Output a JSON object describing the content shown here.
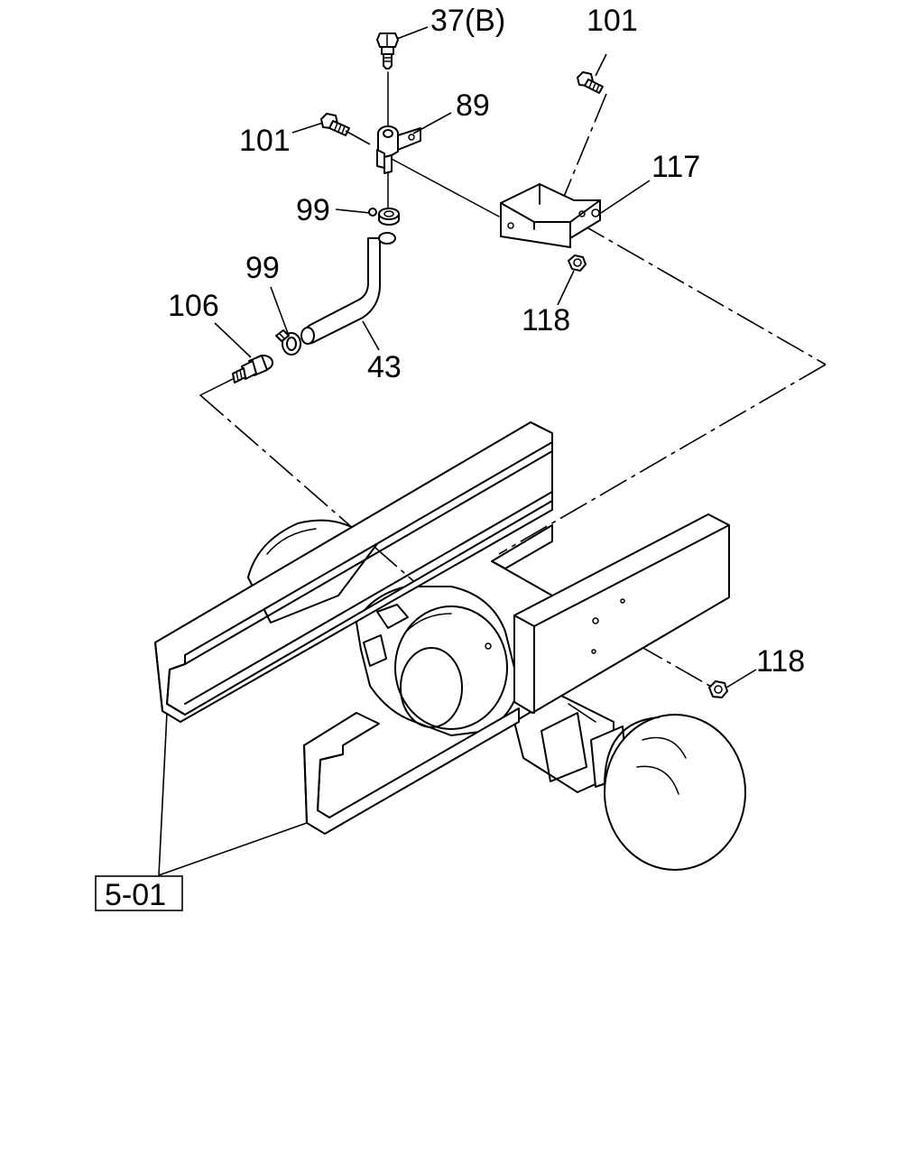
{
  "callouts": {
    "part_37b": "37(B)",
    "part_101_top": "101",
    "part_89": "89",
    "part_101_left": "101",
    "part_117": "117",
    "part_99_upper": "99",
    "part_99_lower": "99",
    "part_106": "106",
    "part_118_upper": "118",
    "part_43": "43",
    "part_118_lower": "118"
  },
  "reference_box": {
    "label": "5-01"
  }
}
